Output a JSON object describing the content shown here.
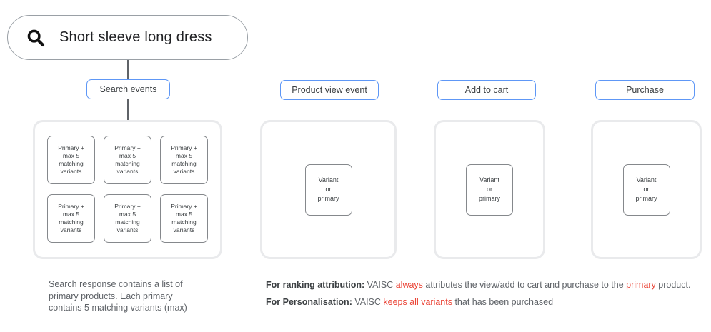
{
  "search_bar": {
    "query": "Short sleeve long dress",
    "icon": "search-icon"
  },
  "columns": [
    {
      "label": "Search events",
      "boxes": [
        "Primary +\nmax 5\nmatching\nvariants",
        "Primary +\nmax 5\nmatching\nvariants",
        "Primary +\nmax 5\nmatching\nvariants",
        "Primary +\nmax 5\nmatching\nvariants",
        "Primary +\nmax 5\nmatching\nvariants",
        "Primary +\nmax 5\nmatching\nvariants"
      ]
    },
    {
      "label": "Product view event",
      "box": "Variant\nor\nprimary"
    },
    {
      "label": "Add to cart",
      "box": "Variant\nor\nprimary"
    },
    {
      "label": "Purchase",
      "box": "Variant\nor\nprimary"
    }
  ],
  "captions": {
    "search_note": "Search response contains a list of\nprimary products. Each primary\ncontains 5 matching variants (max)"
  },
  "annotations": [
    [
      {
        "text": "For ranking attribution:",
        "style": "bold"
      },
      {
        "text": " VAISC ",
        "style": "normal"
      },
      {
        "text": "always",
        "style": "red"
      },
      {
        "text": " attributes the view/add to cart and purchase to the ",
        "style": "normal"
      },
      {
        "text": "primary",
        "style": "red"
      },
      {
        "text": " product.",
        "style": "normal"
      }
    ],
    [
      {
        "text": "For Personalisation:",
        "style": "bold"
      },
      {
        "text": " VAISC ",
        "style": "normal"
      },
      {
        "text": "keeps all variants",
        "style": "red"
      },
      {
        "text": " that has been purchased",
        "style": "normal"
      }
    ]
  ],
  "colors": {
    "chip_border": "#5E97F6",
    "container_border": "#E9EAEC",
    "box_border": "#85888C",
    "text_dark": "#202124",
    "text_gray": "#5F6368",
    "text_heading": "#3C4043",
    "accent_red": "#EA4335",
    "pill_border": "#9AA0A6"
  }
}
